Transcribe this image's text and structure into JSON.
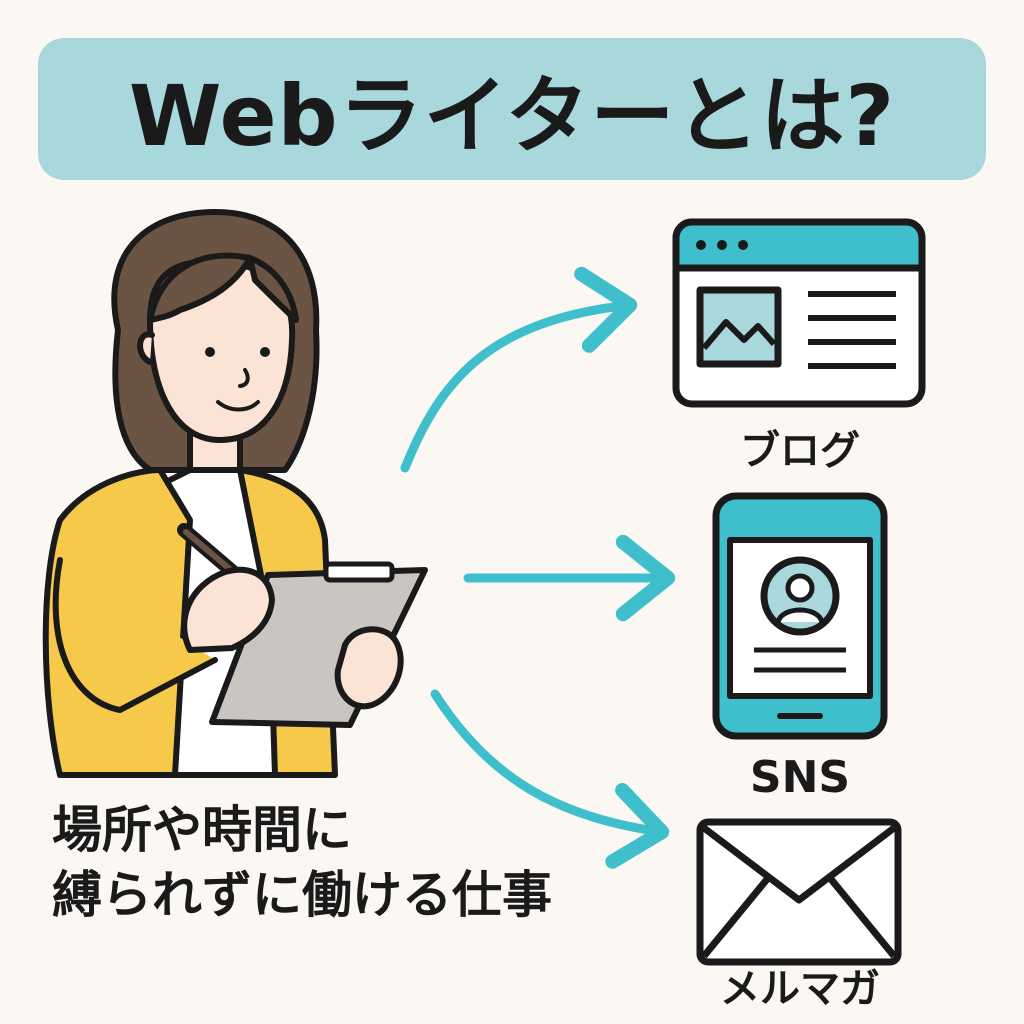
{
  "title": "Webライターとは?",
  "outputs": [
    {
      "label": "ブログ",
      "icon": "browser-window-icon"
    },
    {
      "label": "SNS",
      "icon": "smartphone-profile-icon"
    },
    {
      "label": "メルマガ",
      "icon": "envelope-icon"
    }
  ],
  "caption": {
    "line1": "場所や時間に",
    "line2": "縛られずに働ける仕事"
  },
  "colors": {
    "banner": "#a8d8dc",
    "accent": "#3fbfcc",
    "jacket": "#f7c94b",
    "hair": "#6b5444",
    "skin": "#fbe3d6",
    "clipboard": "#c9c6c2",
    "background": "#fbf8f3"
  }
}
